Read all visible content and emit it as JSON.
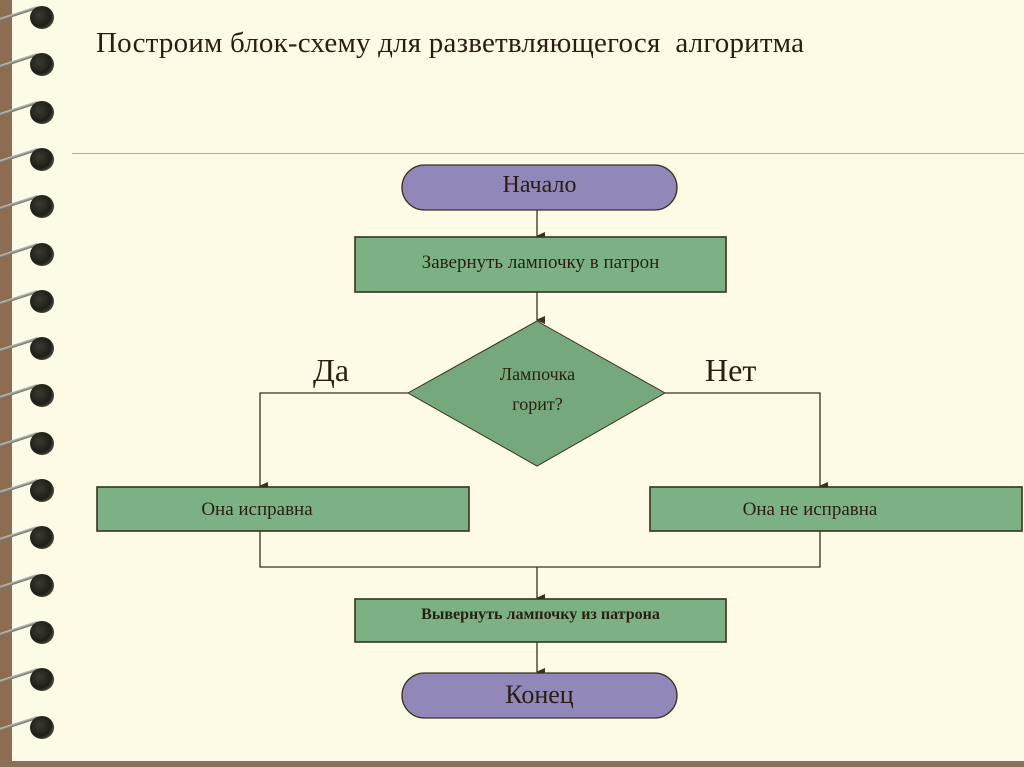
{
  "title": "Построим блок-схему для разветвляющегося  алгоритма",
  "colors": {
    "terminal_fill": "#9187b8",
    "process_fill": "#7cb283",
    "stroke": "#3b3020",
    "background": "#fdfbe6",
    "binding": "#8c6d52"
  },
  "flowchart": {
    "start": "Начало",
    "step1": "Завернуть лампочку в патрон",
    "decision_line1": "Лампочка",
    "decision_line2": "горит?",
    "yes_label": "Да",
    "no_label": "Нет",
    "yes_branch": "Она исправна",
    "no_branch": "Она не исправна",
    "final_step": "Вывернуть лампочку из патрона",
    "end": "Конец"
  }
}
